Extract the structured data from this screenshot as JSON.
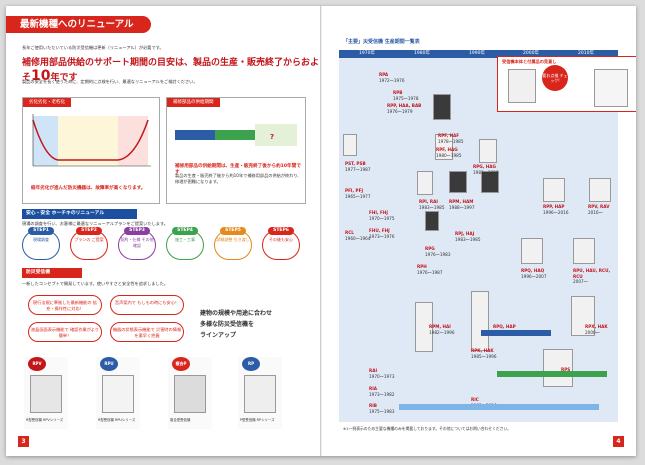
{
  "left": {
    "title": "最新機種へのリニューアル",
    "intro": "長年ご使用いただいている防災受信機は更新（リニューアル）が必要です。",
    "headline_a": "補修用部品供給のサポート期間の目安は、製品の生産・販売終了からおよそ",
    "headline_num": "10",
    "headline_b": "年です",
    "body": "製品の安全を長く使うために、定期的に点検を行い、最適なリニューアルをご検討ください。",
    "panel1_title": "劣化劣化・老朽化",
    "panel1_caption": "経年劣化が進んだ防災機器は、故障率が高くなります。",
    "panel2_title": "補修部品の供給期間",
    "panel2_caption": "補修用部品の供給期間は、生産・販売終了後から約10年間です",
    "section1": "安心・安全 ホーチキのリニューアル",
    "section1_text": "現場の調査を行い、お客様に最適なリニューアルプランをご提案いたします。",
    "steps": [
      {
        "label": "STEP1",
        "text": "現場調査"
      },
      {
        "label": "STEP2",
        "text": "プランの ご提案"
      },
      {
        "label": "STEP3",
        "text": "契約・仕様 その他確認"
      },
      {
        "label": "STEP4",
        "text": "施工・工事"
      },
      {
        "label": "STEP5",
        "text": "試験調整 引き渡し"
      },
      {
        "label": "STEP6",
        "text": "その後も安心"
      }
    ],
    "section2": "防災受信機",
    "section2_text": "一新したコンセプトで開発しています。使いやすさと安全性を追求しました。",
    "bubbles": [
      "現行法規に準拠した最新機能の\n拡充・操作性に対応！",
      "音声案内で\nもしもの時にも安心！",
      "液晶画面表示機能で\n確認作業がより簡単！",
      "機器の状態表示機能で\n災害時の情報を素早く把握"
    ],
    "lineup": [
      "建物の規模や用途に合わせ",
      "多様な防災受信機を",
      "ラインアップ"
    ],
    "products": [
      {
        "tag": "RPV",
        "color": "#c3161b",
        "caption": "R型受信機 RPVシリーズ"
      },
      {
        "tag": "RPU",
        "color": "#2d5ca6",
        "caption": "R型受信機 RPUシリーズ"
      },
      {
        "tag": "複合P",
        "color": "#d9261c",
        "caption": "複合型受信機"
      },
      {
        "tag": "RP",
        "color": "#2d5ca6",
        "caption": "P型受信機 RPシリーズ"
      }
    ],
    "page_num": "3"
  },
  "right": {
    "title": "「主要」災受信機 生産期間一覧表",
    "years": [
      "1970年",
      "1980年",
      "1990年",
      "2000年",
      "2010年"
    ],
    "models": [
      {
        "name": "RPA",
        "period": "1972〜1976"
      },
      {
        "name": "RPB",
        "period": "1975〜1978"
      },
      {
        "name": "RPP, HAA, BAB",
        "period": "1976〜1979"
      },
      {
        "name": "RPF, HAF",
        "period": "1978〜1985"
      },
      {
        "name": "RPF, HAG",
        "period": "1980〜1985"
      },
      {
        "name": "PST, PSB",
        "period": "1977〜1987"
      },
      {
        "name": "RPG, HAG",
        "period": "1983〜1988"
      },
      {
        "name": "PFI, PFJ",
        "period": "1965〜1977"
      },
      {
        "name": "RPI, RAI",
        "period": "1983〜1985"
      },
      {
        "name": "RPM, HAM",
        "period": "1988〜1997"
      },
      {
        "name": "RPP, HAP",
        "period": "1996〜2016"
      },
      {
        "name": "RPV, RAV",
        "period": "2016〜"
      },
      {
        "name": "FHI, FHJ",
        "period": "1970〜1975"
      },
      {
        "name": "FHU, FHJ",
        "period": "1973〜1976"
      },
      {
        "name": "RPJ, HAJ",
        "period": "1983〜1985"
      },
      {
        "name": "RCL",
        "period": "1960〜1964"
      },
      {
        "name": "RPG",
        "period": "1976〜1983"
      },
      {
        "name": "RPH",
        "period": "1976〜1987"
      },
      {
        "name": "RPQ, HAQ",
        "period": "1996〜2007"
      },
      {
        "name": "RPU, HAU, RCU, RCU",
        "period": "2007〜"
      },
      {
        "name": "RPM, HAI",
        "period": "1982〜1996"
      },
      {
        "name": "RPQ, HAP",
        "period": "1993〜1996"
      },
      {
        "name": "RPK, HAK",
        "period": "1985〜1996"
      },
      {
        "name": "RPX, HAK",
        "period": "2000〜"
      },
      {
        "name": "RPS",
        "period": "2005〜"
      },
      {
        "name": "RAI",
        "period": "1970〜1973"
      },
      {
        "name": "RIA",
        "period": "1973〜1982"
      },
      {
        "name": "RIB",
        "period": "1975〜1983"
      },
      {
        "name": "RIC",
        "period": "1983〜2016"
      }
    ],
    "note_title": "受信機本体と付属品の見直し",
    "note_badge": "要お点検 チェック!",
    "footer": "※1一例表示のため主要な機種のみを掲載しております。その他についてはお問い合わせください。",
    "page_num": "4"
  }
}
